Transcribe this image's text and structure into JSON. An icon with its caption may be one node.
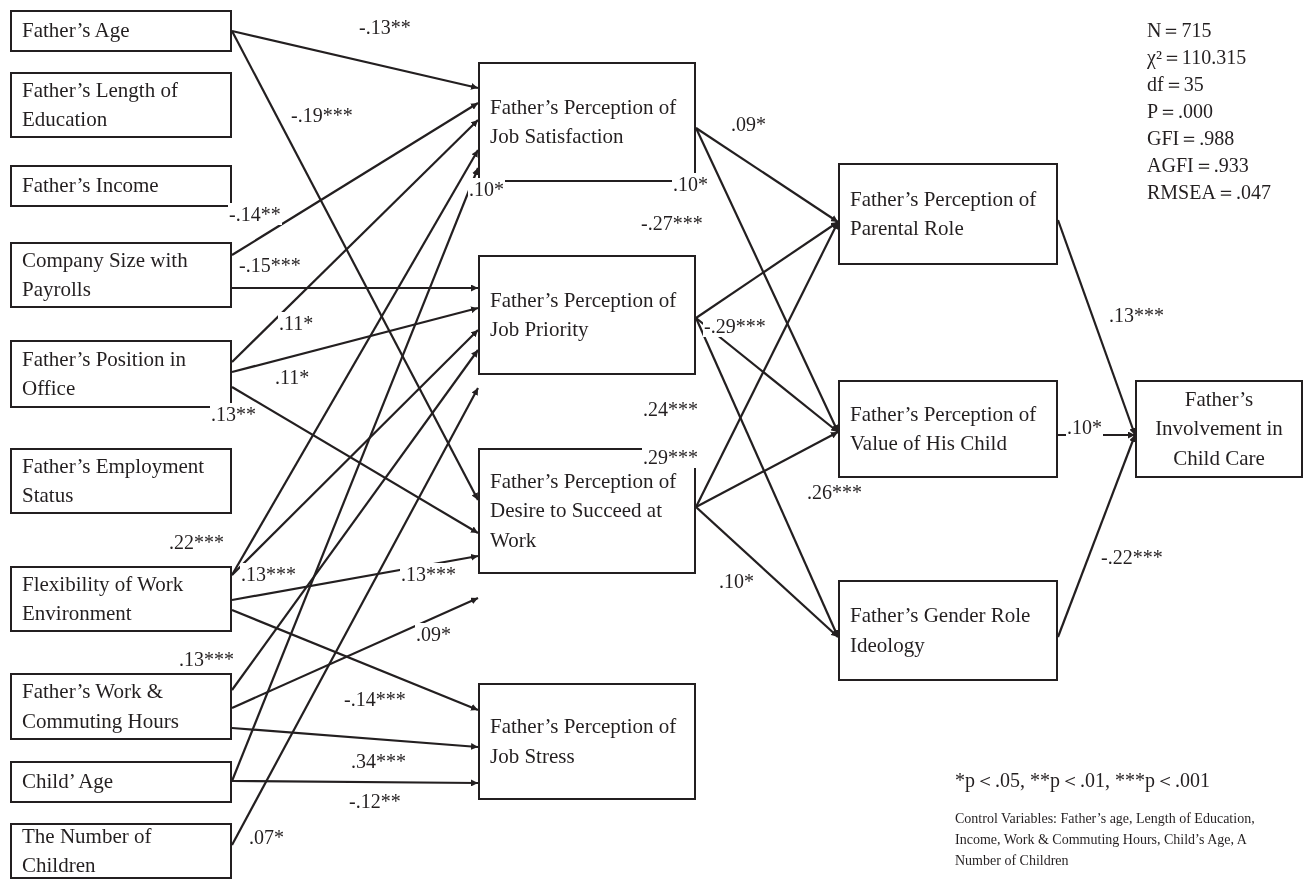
{
  "diagram": {
    "nodes": [
      {
        "text": [
          "Father’s Age"
        ]
      },
      {
        "text": [
          "Father’s Length of Education"
        ]
      },
      {
        "text": [
          "Father’s Income"
        ]
      },
      {
        "text": [
          "Company Size with Payrolls"
        ]
      },
      {
        "text": [
          "Father’s Position in Office"
        ]
      },
      {
        "text": [
          "Father’s Employment Status"
        ]
      },
      {
        "text": [
          "Flexibility of Work Environment"
        ]
      },
      {
        "text": [
          "Father’s Work & Commuting Hours"
        ]
      },
      {
        "text": [
          "Child’ Age"
        ]
      },
      {
        "text": [
          "The Number of Children"
        ]
      },
      {
        "text": [
          "Father’s Perception of Job Satisfaction"
        ]
      },
      {
        "text": [
          "Father’s Perception of  Job Priority"
        ]
      },
      {
        "text": [
          "Father’s Perception of Desire to Succeed at Work"
        ]
      },
      {
        "text": [
          "Father’s Perception of  Job Stress"
        ]
      },
      {
        "text": [
          "Father’s Perception of Parental Role"
        ]
      },
      {
        "text": [
          "Father’s Perception of Value of His Child"
        ]
      },
      {
        "text": [
          "Father’s Gender Role Ideology"
        ]
      },
      {
        "text": [
          "Father’s Involvement in Child Care"
        ]
      }
    ],
    "edges": [
      {
        "from": 0,
        "to": 10,
        "arrow": "to",
        "label": "-.13**"
      },
      {
        "from": 0,
        "to": 12,
        "arrow": "to",
        "label": "-.19***"
      },
      {
        "from": 3,
        "to": 10,
        "arrow": "to",
        "label": "-.14**"
      },
      {
        "from": 3,
        "to": 11,
        "arrow": "to",
        "label": "-.15***"
      },
      {
        "from": 4,
        "to": 10,
        "arrow": "to",
        "label": ".11*"
      },
      {
        "from": 4,
        "to": 11,
        "arrow": "to",
        "label": ".11*"
      },
      {
        "from": 4,
        "to": 12,
        "arrow": "to",
        "label": ".13**"
      },
      {
        "from": 6,
        "to": 10,
        "arrow": "to",
        "label": ".22***"
      },
      {
        "from": 6,
        "to": 11,
        "arrow": "to",
        "label": ".13***"
      },
      {
        "from": 6,
        "to": 12,
        "arrow": "to",
        "label": ".13***"
      },
      {
        "from": 6,
        "to": 13,
        "arrow": "to",
        "label": "-.14***"
      },
      {
        "from": 7,
        "to": 11,
        "arrow": "to",
        "label": ".13***"
      },
      {
        "from": 7,
        "to": 12,
        "arrow": "to",
        "label": ".09*"
      },
      {
        "from": 7,
        "to": 13,
        "arrow": "to",
        "label": ".34***"
      },
      {
        "from": 8,
        "to": 10,
        "arrow": "to",
        "label": ".10*"
      },
      {
        "from": 8,
        "to": 13,
        "arrow": "to",
        "label": "-.12**"
      },
      {
        "from": 9,
        "to": 11,
        "arrow": "to",
        "label": ".07*"
      },
      {
        "from": 10,
        "to": 14,
        "arrow": "to",
        "label": ".09*"
      },
      {
        "from": 10,
        "to": 15,
        "arrow": "to",
        "label": ".10*"
      },
      {
        "from": 11,
        "to": 14,
        "arrow": "to",
        "label": "-.27***"
      },
      {
        "from": 11,
        "to": 15,
        "arrow": "to",
        "label": "-.29***"
      },
      {
        "from": 11,
        "to": 16,
        "arrow": "to",
        "label": ".24***"
      },
      {
        "from": 12,
        "to": 14,
        "arrow": "to",
        "label": ".29***"
      },
      {
        "from": 12,
        "to": 15,
        "arrow": "to",
        "label": ".26***"
      },
      {
        "from": 12,
        "to": 16,
        "arrow": "to",
        "label": ".10*"
      },
      {
        "from": 14,
        "to": 17,
        "arrow": "to",
        "label": ".13***"
      },
      {
        "from": 15,
        "to": 17,
        "arrow": "to",
        "label": ".10*"
      },
      {
        "from": 16,
        "to": 17,
        "arrow": "to",
        "label": "-.22***"
      }
    ],
    "labels": [
      "N＝715",
      "χ²＝110.315",
      "df＝35",
      "P＝.000",
      "GFI＝.988",
      "AGFI＝.933",
      "RMSEA＝.047",
      "*p＜.05, **p＜.01, ***p＜.001",
      "Control Variables: Father’s age, Length of Education, Income, Work & Commuting Hours, Child’s Age, A Number of Children"
    ]
  }
}
